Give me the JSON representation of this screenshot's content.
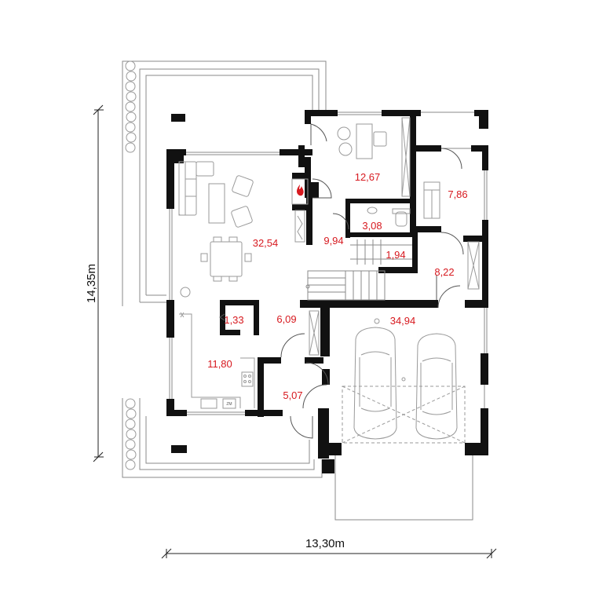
{
  "floor_plan": {
    "dimensions": {
      "width": "13,30m",
      "depth": "14,35m"
    },
    "rooms": [
      {
        "id": "living",
        "area": "32,54"
      },
      {
        "id": "office",
        "area": "12,67"
      },
      {
        "id": "bedroom",
        "area": "7,86"
      },
      {
        "id": "wc",
        "area": "3,08"
      },
      {
        "id": "hall",
        "area": "9,94"
      },
      {
        "id": "storage",
        "area": "1,94"
      },
      {
        "id": "utility",
        "area": "8,22"
      },
      {
        "id": "pantry",
        "area": "1,33"
      },
      {
        "id": "corridor",
        "area": "6,09"
      },
      {
        "id": "garage",
        "area": "34,94"
      },
      {
        "id": "kitchen",
        "area": "11,80"
      },
      {
        "id": "vestibule",
        "area": "5,07"
      }
    ],
    "appliance_label": "ZM",
    "colors": {
      "walls": "#111111",
      "area_labels": "#d7191f",
      "fireplace": "#d7191f"
    }
  }
}
